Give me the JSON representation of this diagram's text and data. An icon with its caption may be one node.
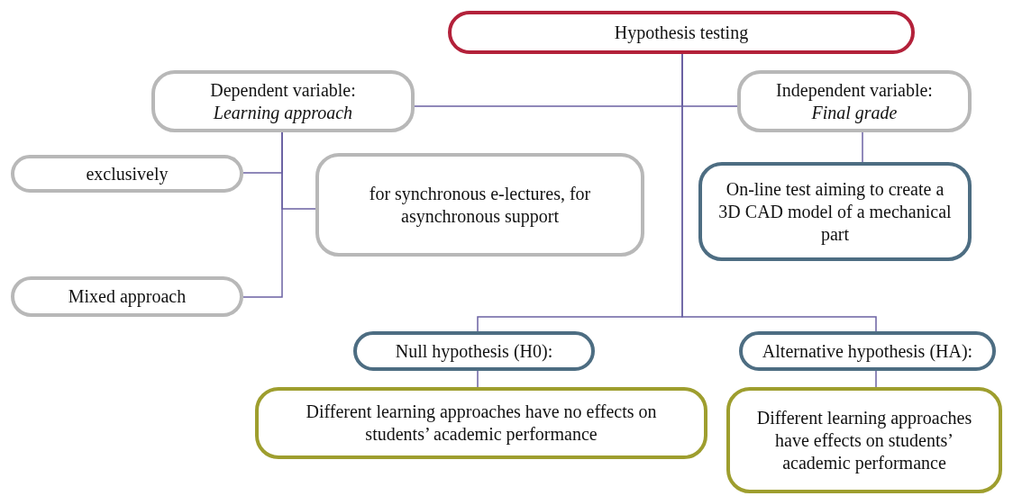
{
  "diagram": {
    "nodes": [
      {
        "text": [
          "Hypothesis testing"
        ]
      },
      {
        "text": [
          "Dependent variable:",
          "Learning approach"
        ]
      },
      {
        "text": [
          "Independent variable:",
          "Final grade"
        ]
      },
      {
        "text": [
          "exclusively"
        ]
      },
      {
        "text": [
          "for synchronous e-lectures, for asynchronous support"
        ]
      },
      {
        "text": [
          "On-line test aiming to create a 3D CAD model of a mechanical part"
        ]
      },
      {
        "text": [
          "Mixed approach"
        ]
      },
      {
        "text": [
          "Null hypothesis (H0):"
        ]
      },
      {
        "text": [
          "Alternative hypothesis (HA):"
        ]
      },
      {
        "text": [
          "Different learning approaches have no effects on students’ academic performance"
        ]
      },
      {
        "text": [
          "Different learning approaches have effects on students’ academic performance"
        ]
      }
    ],
    "edges": [
      {
        "from": 0,
        "to": 1,
        "arrow": "none"
      },
      {
        "from": 0,
        "to": 2,
        "arrow": "none"
      },
      {
        "from": 0,
        "to": 7,
        "arrow": "none"
      },
      {
        "from": 0,
        "to": 8,
        "arrow": "none"
      },
      {
        "from": 1,
        "to": 3,
        "arrow": "none"
      },
      {
        "from": 1,
        "to": 4,
        "arrow": "none"
      },
      {
        "from": 1,
        "to": 6,
        "arrow": "none"
      },
      {
        "from": 2,
        "to": 5,
        "arrow": "none"
      },
      {
        "from": 7,
        "to": 9,
        "arrow": "none"
      },
      {
        "from": 8,
        "to": 10,
        "arrow": "none"
      }
    ]
  }
}
